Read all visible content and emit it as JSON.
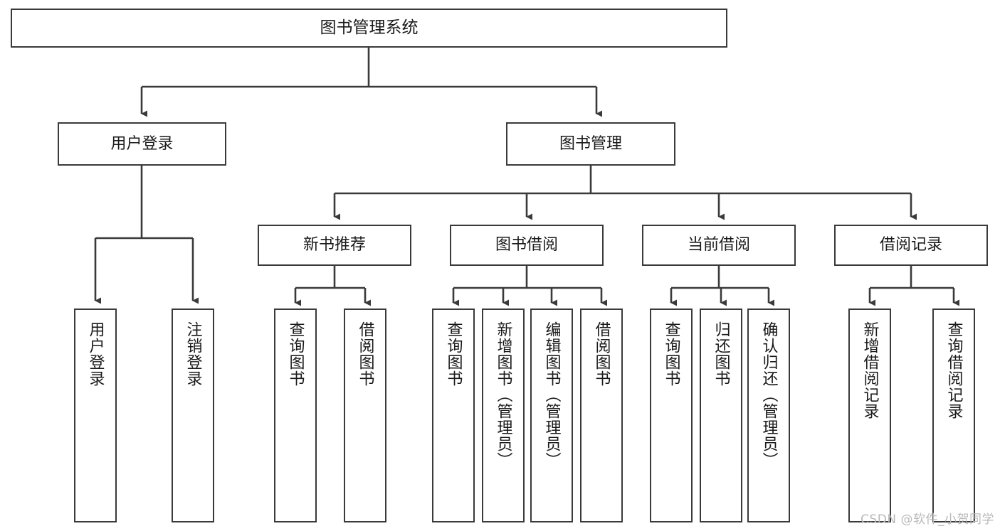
{
  "diagram": {
    "title": "图书管理系统",
    "type": "hierarchy-tree",
    "watermark": "CSDN @软件_小贺同学",
    "colors": {
      "box_border": "#3a3a3a",
      "box_fill": "#ffffff",
      "edge": "#3a3a3a",
      "text": "#1a1a1a",
      "watermark": "#b9b9b9",
      "background": "#ffffff"
    },
    "nodes": {
      "root": {
        "label": "图书管理系统"
      },
      "level2": [
        {
          "id": "user-login",
          "label": "用户登录"
        },
        {
          "id": "book-management",
          "label": "图书管理"
        }
      ],
      "level3": [
        {
          "id": "new-book-recommend",
          "label": "新书推荐"
        },
        {
          "id": "book-borrow",
          "label": "图书借阅"
        },
        {
          "id": "current-borrow",
          "label": "当前借阅"
        },
        {
          "id": "borrow-record",
          "label": "借阅记录"
        }
      ],
      "leaves": {
        "user-login": [
          {
            "id": "leaf-user-login",
            "label": "用户登录"
          },
          {
            "id": "leaf-logout-login",
            "label": "注销登录"
          }
        ],
        "new-book-recommend": [
          {
            "id": "leaf-query-book-1",
            "label": "查询图书"
          },
          {
            "id": "leaf-borrow-book-1",
            "label": "借阅图书"
          }
        ],
        "book-borrow": [
          {
            "id": "leaf-query-book-2",
            "label": "查询图书"
          },
          {
            "id": "leaf-add-book",
            "label": "新增图书（管理员）"
          },
          {
            "id": "leaf-edit-book",
            "label": "编辑图书（管理员）"
          },
          {
            "id": "leaf-borrow-book-2",
            "label": "借阅图书"
          }
        ],
        "current-borrow": [
          {
            "id": "leaf-query-book-3",
            "label": "查询图书"
          },
          {
            "id": "leaf-return-book",
            "label": "归还图书"
          },
          {
            "id": "leaf-confirm-return",
            "label": "确认归还（管理员）"
          }
        ],
        "borrow-record": [
          {
            "id": "leaf-add-record",
            "label": "新增借阅记录"
          },
          {
            "id": "leaf-query-record",
            "label": "查询借阅记录"
          }
        ]
      }
    }
  }
}
